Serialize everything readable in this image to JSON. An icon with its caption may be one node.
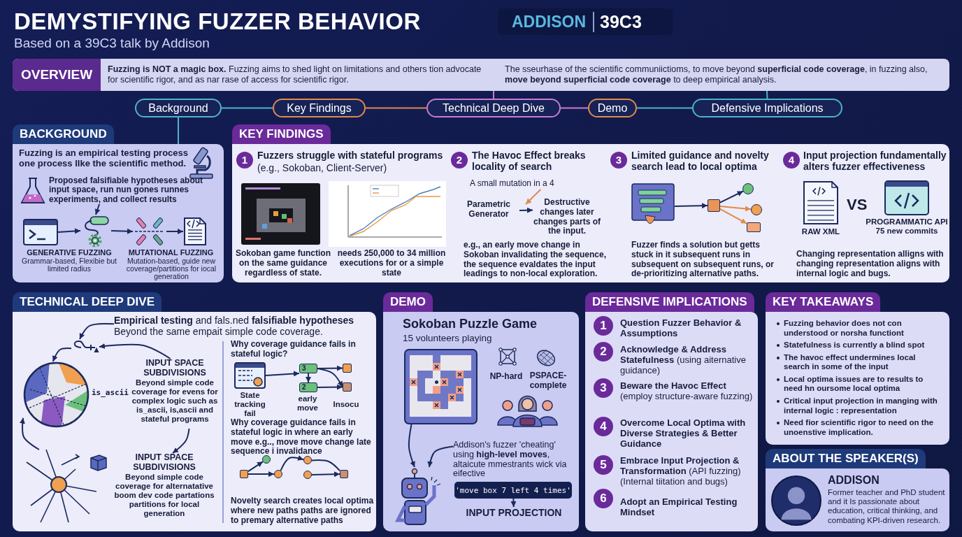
{
  "diagram": {
    "title": "DEMYSTIFYING FUZZER BEHAVIOR",
    "nodes": [
      {
        "text": [
          "ADDISON",
          "39C3"
        ]
      },
      {
        "text": [
          "OVERVIEW",
          "**Fuzzing is NOT a magic box.** Fuzzing aims to shed light on limitations and others tion advocate for scientific rigor, and as nar rase of access for scientific rigor.",
          "The sseurhase of the scientific communiictioms, to move beyond **superficial code coverage**, in fuzzing also, **move beyond superficial code coverage** to deep empirical analysis."
        ]
      },
      {
        "text": [
          "Background"
        ]
      },
      {
        "text": [
          "Key Findings"
        ]
      },
      {
        "text": [
          "Technical Deep Dive"
        ]
      },
      {
        "text": [
          "Demo"
        ]
      },
      {
        "text": [
          "Defensive Implications"
        ]
      },
      {
        "text": [
          "BACKGROUND"
        ]
      },
      {
        "text": [
          "Proposed falsifiable hypotheses about input space, run nun gones runnes experiments, and collect results"
        ],
        "in": 7
      },
      {
        "text": [],
        "shape": "picture",
        "in": 7
      },
      {
        "text": [],
        "shape": "picture",
        "in": 7
      },
      {
        "text": [],
        "shape": "picture",
        "in": 7
      },
      {
        "text": [],
        "shape": "picture",
        "in": 7
      },
      {
        "text": [
          "KEY FINDINGS"
        ]
      },
      {
        "text": [
          "Parametric Generator"
        ],
        "in": 13
      },
      {
        "text": [
          "Destructive changes later changes parts of the input."
        ],
        "in": 13
      },
      {
        "text": [
          "A small mutation in a 4"
        ],
        "in": 13
      },
      {
        "text": [],
        "shape": "picture",
        "in": 13
      },
      {
        "text": [],
        "shape": "box",
        "in": 13
      },
      {
        "text": [],
        "shape": "circle",
        "in": 13
      },
      {
        "text": [],
        "shape": "circle",
        "in": 13
      },
      {
        "text": [],
        "shape": "box",
        "in": 13
      },
      {
        "text": [],
        "shape": "picture",
        "in": 13,
        "beside": [
          "RAW XML"
        ]
      },
      {
        "text": [],
        "shape": "picture",
        "in": 13,
        "beside": [
          "PROGRAMMATIC API",
          "75 new commits"
        ]
      },
      {
        "text": [
          "TECHNICAL DEEP DIVE"
        ]
      },
      {
        "text": [
          "**Empirical testing** and fals.ned **falsifiable hypotheses**",
          "Beyond the same empait simple code coverage."
        ],
        "in": 24
      },
      {
        "text": [],
        "shape": "picture",
        "in": 24
      },
      {
        "text": [],
        "shape": "picture",
        "in": 24,
        "beside": [
          "is_ascii"
        ]
      },
      {
        "text": [
          "INPUT SPACE SUBDIVISIONS",
          "Beyond simple code coverage for evens for complex logic such as is_ascii, is,ascii and stateful programs"
        ],
        "in": 24
      },
      {
        "text": [
          "INPUT SPACE SUBDIVISIONS",
          "Beyond simple code coverage for alternatative boom dev code partations partitions for local generation"
        ],
        "in": 24
      },
      {
        "text": [],
        "shape": "picture",
        "in": 24
      },
      {
        "text": [],
        "shape": "picture",
        "in": 24,
        "beside": [
          "State tracking fail"
        ]
      },
      {
        "text": [
          "3"
        ],
        "in": 24
      },
      {
        "text": [
          "2"
        ],
        "in": 24
      },
      {
        "text": [],
        "shape": "box",
        "in": 24
      },
      {
        "text": [],
        "shape": "box",
        "in": 24
      },
      {
        "text": [],
        "shape": "box",
        "in": 24
      },
      {
        "text": [],
        "shape": "circle",
        "in": 24
      },
      {
        "text": [],
        "shape": "circle",
        "in": 24
      },
      {
        "text": [],
        "shape": "circle",
        "in": 24
      },
      {
        "text": [],
        "shape": "circle",
        "in": 24
      },
      {
        "text": [],
        "shape": "box",
        "in": 24
      },
      {
        "text": [
          "DEMO"
        ]
      },
      {
        "text": [],
        "shape": "picture",
        "in": 42
      },
      {
        "text": [],
        "shape": "picture",
        "in": 42
      },
      {
        "text": [
          "Addison's fuzzer 'cheating' using **high-level moves**, altaicute mmestrants wick via eifective"
        ],
        "in": 42
      },
      {
        "text": [
          "'move box 7 left 4 times'"
        ],
        "in": 42
      },
      {
        "text": [
          "INPUT PROJECTION"
        ],
        "in": 42
      },
      {
        "text": [
          "DEFENSIVE IMPLICATIONS"
        ]
      },
      {
        "text": [
          "KEY TAKEAWAYS",
          "Fuzzing behavior does not con understood or norsha functiont",
          "Statefulness is currently a blind spot",
          "The havoc effect undermines local search in some of the input",
          "Local optima issues are to results to need hn oursome local optima",
          "Critical input projection in manging with internal logic : representation",
          "Need fior scientific rigor to need on the unoenstive implication."
        ]
      },
      {
        "text": [
          "ABOUT THE SPEAKER(S)",
          "ADDISON",
          "Former teacher and PhD student and it Is passionate about education, critical thinking, and combating KPI-driven research."
        ]
      }
    ],
    "edges": [
      {
        "from": 2,
        "to": 3,
        "arrow": "none",
        "color": "#4fb3c8"
      },
      {
        "from": 3,
        "to": 4,
        "arrow": "none",
        "color": "#e08a4a"
      },
      {
        "from": 4,
        "to": 5,
        "arrow": "none",
        "color": "#c77ad6"
      },
      {
        "from": 5,
        "to": 6,
        "arrow": "none",
        "color": "#4fb3c8"
      },
      {
        "from": 1,
        "to": 4,
        "arrow": "none",
        "color": "#c77ad6"
      },
      {
        "from": 1,
        "to": 6,
        "arrow": "none",
        "color": "#4fb3c8"
      },
      {
        "from": 2,
        "to": 7,
        "arrow": "none",
        "color": "#4fb3c8"
      },
      {
        "from": 8,
        "to": 10,
        "arrow": "to"
      },
      {
        "from": 9,
        "to": 10,
        "arrow": "to"
      },
      {
        "from": 10,
        "to": 11,
        "arrow": "to"
      },
      {
        "from": 11,
        "to": 12,
        "arrow": "to"
      },
      {
        "from": 14,
        "to": 15,
        "arrow": "to"
      },
      {
        "from": 16,
        "to": null,
        "arrow": "to",
        "color": "#e08a4a"
      },
      {
        "from": 17,
        "to": 18,
        "arrow": "to"
      },
      {
        "from": 18,
        "to": 19,
        "arrow": "to"
      },
      {
        "from": 18,
        "to": 20,
        "arrow": "to",
        "color": "#e08a4a"
      },
      {
        "from": 18,
        "to": 21,
        "arrow": "to",
        "color": "#e08a4a"
      },
      {
        "from": 25,
        "to": 26,
        "arrow": "to"
      },
      {
        "from": 26,
        "to": 27,
        "arrow": "to"
      },
      {
        "from": 28,
        "to": 26,
        "arrow": "to"
      },
      {
        "from": 28,
        "to": 29,
        "arrow": "to"
      },
      {
        "from": 30,
        "to": 27,
        "arrow": "to"
      },
      {
        "from": 31,
        "to": 32,
        "arrow": "to"
      },
      {
        "from": 32,
        "to": 34,
        "arrow": "to"
      },
      {
        "from": 32,
        "to": 35,
        "arrow": "to"
      },
      {
        "from": 32,
        "to": 33,
        "arrow": "to"
      },
      {
        "from": 33,
        "to": 35,
        "arrow": "to"
      },
      {
        "from": 36,
        "to": 37,
        "arrow": "to"
      },
      {
        "from": 36,
        "to": 38,
        "arrow": "to"
      },
      {
        "from": 38,
        "to": 39,
        "arrow": "to"
      },
      {
        "from": 39,
        "to": 41,
        "arrow": "none"
      },
      {
        "from": 40,
        "to": 41,
        "arrow": "to"
      },
      {
        "from": 43,
        "to": 44,
        "arrow": "to"
      },
      {
        "from": 45,
        "to": 44,
        "arrow": "to"
      },
      {
        "from": 46,
        "to": 47,
        "arrow": "to"
      }
    ],
    "labels": [
      "Based on a 39C3 talk by Addison",
      "Fuzzing is an empirical testing process one process lIke the scientific method.",
      "GENERATIVE FUZZING",
      "Grammar-based, Flexibie but limited radius",
      "MUTATIONAL FUZZING",
      "Mutation-based, guide new coverage/partitions for iocal generation",
      "1",
      "Fuzzers struggle with stateful programs",
      "(e.g., Sokoban, Client-Server)",
      "2",
      "The Havoc Effect breaks locality of search",
      "3",
      "Limited guidance and novelty search lead to local optima",
      "4",
      "Input projection fundamentally alters fuzzer effectiveness",
      "Sokoban game function on the same guidance regardless of state.",
      "needs 250,000 to 34 million executions for or a simple state",
      "e.g., an early move change in Sokoban invalidating the sequence, the sequence evaldates the input leadings to non-local exploration.",
      "Fuzzer finds a solution but getts stuck in it subsequent runs in subsequent on subsequent runs, or de-prioritizing alternative paths.",
      "VS",
      "Changing representation alligns with changing representation aligns with internal logic and bugs.",
      "Why coverage guidance fails in stateful logic?",
      "early move",
      "Insocu",
      "Why coverage guidance fails in stateful logic in where an early move e.g.., move move change late sequence i invalidance",
      "Novelty search creates local optima where new paths paths are ignored to premary alternative paths",
      "Sokoban Puzzle Game",
      "15 volunteers playing",
      "NP-hard",
      "PSPACE-complete",
      "1",
      "Question Fuzzer Behavior & Assumptions",
      "2",
      "**Acknowledge & Address Statefulness** (using aiternative guidance)",
      "3",
      "**Beware the Havoc Effect** (employ structure-aware fuzzing)",
      "4",
      "Overcome Local Optima with Diverse Strategies & Better Guidance",
      "5",
      "**Embrace Input Projection & Transformation** (API fuzzing) (Internal tiitation and bugs)",
      "6",
      "Adopt an Empirical Testing Mindset"
    ]
  }
}
